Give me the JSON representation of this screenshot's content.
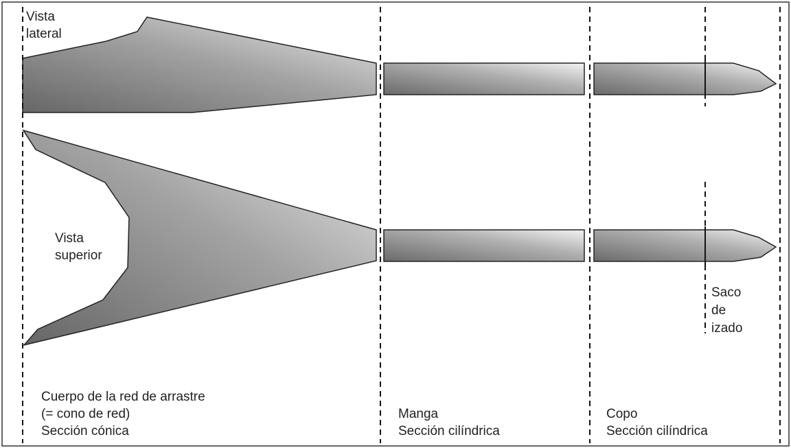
{
  "views": {
    "side": [
      "Vista",
      "lateral"
    ],
    "top": [
      "Vista",
      "superior"
    ]
  },
  "sections": {
    "body": [
      "Cuerpo de la red de arrastre",
      "(= cono de red)",
      "Sección cónica"
    ],
    "sleeve": [
      "Manga",
      "Sección cilíndrica"
    ],
    "codend": [
      "Copo",
      "Sección cilíndrica"
    ]
  },
  "lifting_bag": [
    "Saco",
    "de",
    "izado"
  ],
  "colors": {
    "shape_dark": "#666666",
    "shape_light": "#f0f0f0",
    "outline": "#222222",
    "divider": "#111111"
  }
}
